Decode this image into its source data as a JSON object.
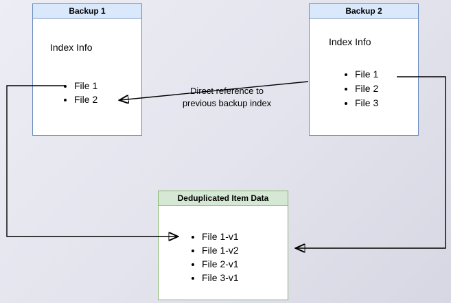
{
  "diagram": {
    "backup1": {
      "title": "Backup 1",
      "subtitle": "Index Info",
      "files": [
        "File 1",
        "File 2"
      ]
    },
    "backup2": {
      "title": "Backup 2",
      "subtitle": "Index Info",
      "files": [
        "File 1",
        "File 2",
        "File 3"
      ]
    },
    "dedup": {
      "title": "Deduplicated Item Data",
      "files": [
        "File 1-v1",
        "File 1-v2",
        "File 2-v1",
        "File 3-v1"
      ]
    },
    "annotation": {
      "line1": "Direct reference to",
      "line2": "previous backup index"
    },
    "colors": {
      "blue_border": "#6c8ebf",
      "blue_header_fill": "#dae8fc",
      "green_border": "#82b366",
      "green_header_fill": "#d5e8d4",
      "arrow": "#000000",
      "node_body": "#ffffff"
    }
  }
}
